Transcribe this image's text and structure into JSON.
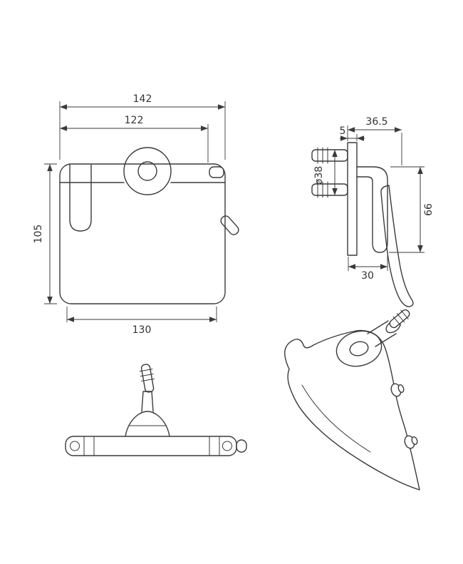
{
  "colors": {
    "background": "#ffffff",
    "line": "#3a3a3a",
    "text": "#333333"
  },
  "dims": {
    "front_overall_width": "142",
    "front_inner_width": "122",
    "front_height": "105",
    "front_bottom_width": "130",
    "side_depth": "36.5",
    "side_plate_thickness": "5",
    "side_flange_diameter": "ø38",
    "side_height": "66",
    "side_offset": "30"
  }
}
